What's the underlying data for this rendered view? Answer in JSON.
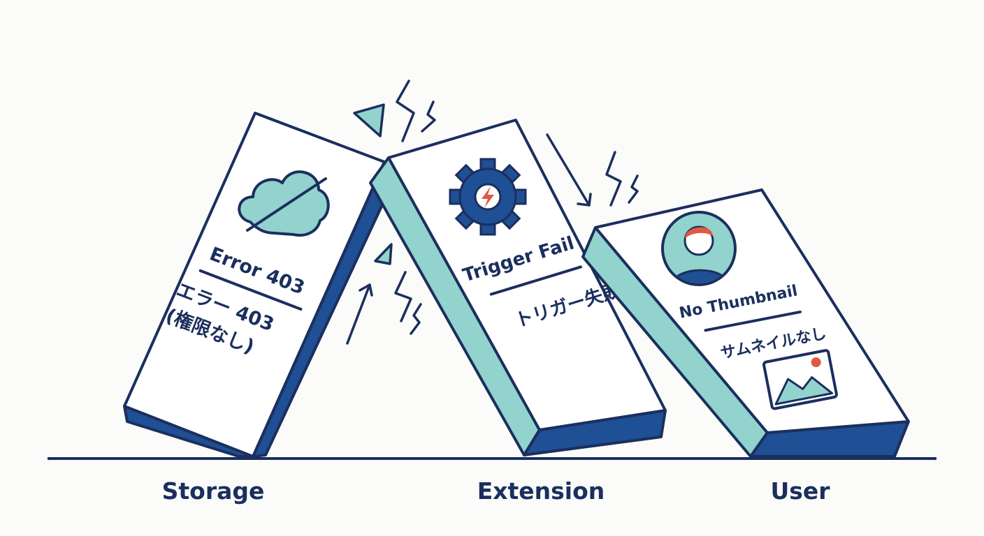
{
  "colors": {
    "navy": "#1b2f5e",
    "blue": "#1f4f94",
    "teal": "#92d3cd",
    "white": "#ffffff",
    "red": "#e05a43"
  },
  "domino_storage": {
    "title_en": "Error 403",
    "title_ja_line1": "エラー 403",
    "title_ja_line2": "(権限なし)",
    "icon": "cloud-slash-icon",
    "label": "Storage"
  },
  "domino_extension": {
    "title_en": "Trigger Fail",
    "title_ja": "トリガー失敗",
    "icon": "gear-lightning-icon",
    "label": "Extension"
  },
  "domino_user": {
    "title_en": "No Thumbnail",
    "title_ja": "サムネイルなし",
    "icon": "user-avatar-icon",
    "icon2": "image-icon",
    "label": "User"
  }
}
